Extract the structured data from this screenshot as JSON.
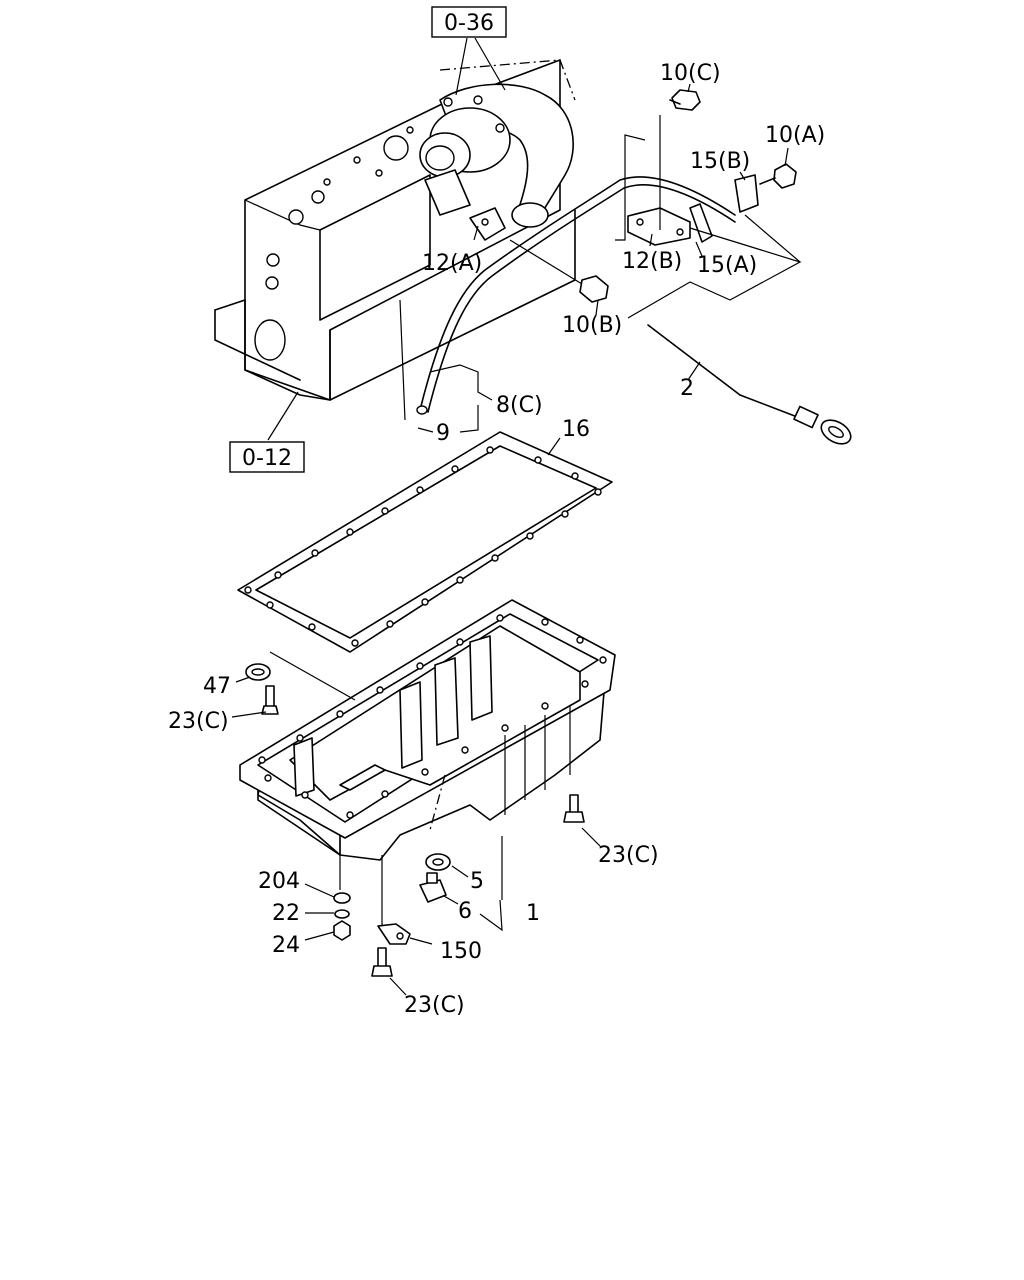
{
  "references": {
    "top_ref": "0-36",
    "block_ref": "0-12"
  },
  "callouts": [
    {
      "id": "c10c",
      "text": "10(C)"
    },
    {
      "id": "c10a",
      "text": "10(A)"
    },
    {
      "id": "c15b",
      "text": "15(B)"
    },
    {
      "id": "c12a",
      "text": "12(A)"
    },
    {
      "id": "c12b",
      "text": "12(B)"
    },
    {
      "id": "c15a",
      "text": "15(A)"
    },
    {
      "id": "c10b",
      "text": "10(B)"
    },
    {
      "id": "c2",
      "text": "2"
    },
    {
      "id": "c8c",
      "text": "8(C)"
    },
    {
      "id": "c9",
      "text": "9"
    },
    {
      "id": "c16",
      "text": "16"
    },
    {
      "id": "c47",
      "text": "47"
    },
    {
      "id": "c23c_a",
      "text": "23(C)"
    },
    {
      "id": "c23c_b",
      "text": "23(C)"
    },
    {
      "id": "c204",
      "text": "204"
    },
    {
      "id": "c5",
      "text": "5"
    },
    {
      "id": "c22",
      "text": "22"
    },
    {
      "id": "c6",
      "text": "6"
    },
    {
      "id": "c1",
      "text": "1"
    },
    {
      "id": "c24",
      "text": "24"
    },
    {
      "id": "c150",
      "text": "150"
    },
    {
      "id": "c23c_c",
      "text": "23(C)"
    }
  ]
}
